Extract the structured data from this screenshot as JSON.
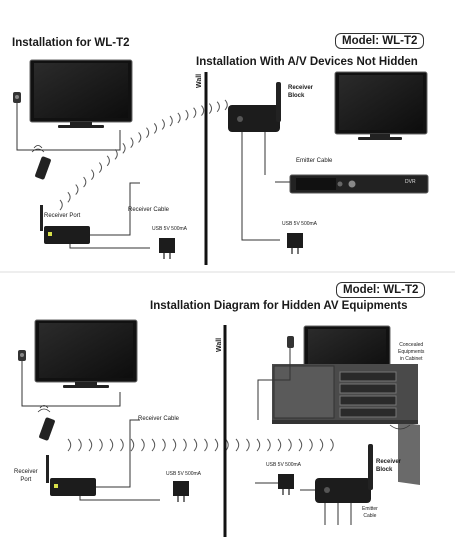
{
  "top": {
    "title_left": "Installation for WL-T2",
    "model_label": "Model: WL-T2",
    "title_right": "Installation With A/V Devices Not Hidden",
    "wall_label": "Wall",
    "receiver_block_label": "Receiver\nBlock",
    "emitter_cable_label": "Emitter Cable",
    "receiver_port_label": "Receiver Port",
    "receiver_cable_label": "Receiver Cable",
    "usb_left_label": "USB 5V 500mA",
    "usb_right_label": "USB 5V 500mA",
    "dvr_label": "DVR"
  },
  "bottom": {
    "model_label": "Model: WL-T2",
    "title": "Installation Diagram for Hidden AV Equipments",
    "wall_label": "Wall",
    "concealed_label": "Concealed\nEquipments\nin Cabinet",
    "receiver_cable_label": "Receiver Cable",
    "receiver_port_label": "Receiver\nPort",
    "usb_left_label": "USB 5V 500mA",
    "usb_right_label": "USB 5V 500mA",
    "receiver_block_label": "Receiver\nBlock",
    "emitter_cable_label": "Emitter\nCable"
  },
  "colors": {
    "device": "#1c1c1c",
    "accent_green": "#d7e04a",
    "cabinet": "#4a4a4a",
    "wave": "#555555"
  }
}
